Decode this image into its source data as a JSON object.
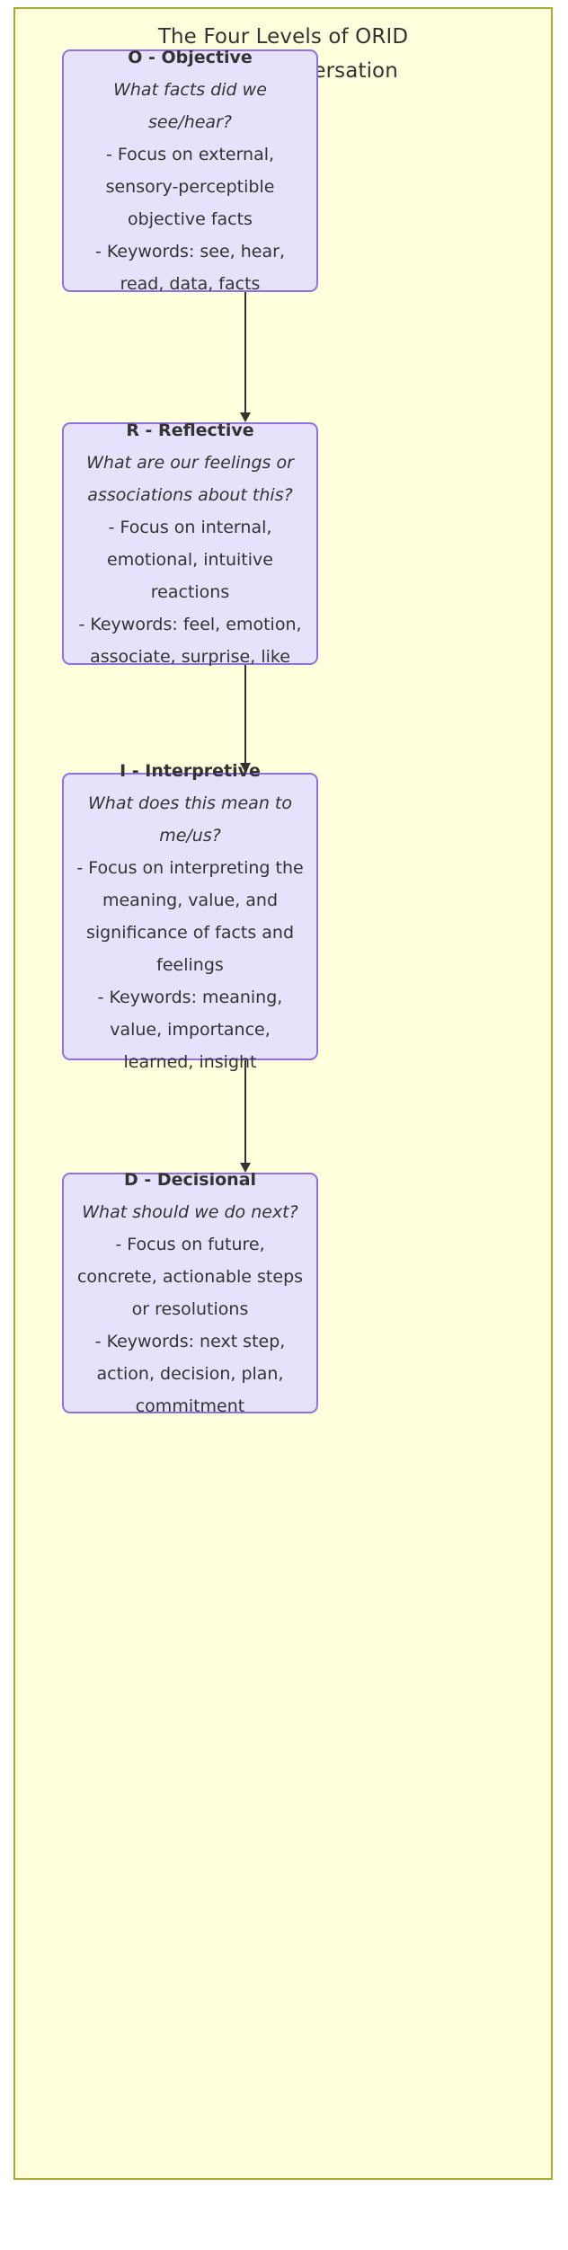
{
  "diagram": {
    "title_line1": "The Four Levels of ORID",
    "title_line2": "Focused Conversation",
    "colors": {
      "canvas": "#ffffde",
      "canvas_border": "#aaaa33",
      "node_fill": "#e6e2fc",
      "node_border": "#9370db",
      "text": "#333333",
      "connector": "#333333"
    },
    "nodes": [
      {
        "id": "objective",
        "title": "O - Objective",
        "question": "What facts did we see/hear?",
        "lines": [
          "- Focus on external, sensory-perceptible objective facts",
          "- Keywords: see, hear, read, data, facts"
        ]
      },
      {
        "id": "reflective",
        "title": "R - Reflective",
        "question": "What are our feelings or associations about this?",
        "lines": [
          "- Focus on internal, emotional, intuitive reactions",
          "- Keywords: feel, emotion, associate, surprise, like"
        ]
      },
      {
        "id": "interpretive",
        "title": "I - Interpretive",
        "question": "What does this mean to me/us?",
        "lines": [
          "- Focus on interpreting the meaning, value, and significance of facts and feelings",
          "- Keywords: meaning, value, importance, learned, insight"
        ]
      },
      {
        "id": "decisional",
        "title": "D - Decisional",
        "question": "What should we do next?",
        "lines": [
          "- Focus on future, concrete, actionable steps or resolutions",
          "- Keywords: next step, action, decision, plan, commitment"
        ]
      }
    ],
    "connectors": [
      {
        "from": "objective",
        "to": "reflective"
      },
      {
        "from": "reflective",
        "to": "interpretive"
      },
      {
        "from": "interpretive",
        "to": "decisional"
      }
    ]
  }
}
